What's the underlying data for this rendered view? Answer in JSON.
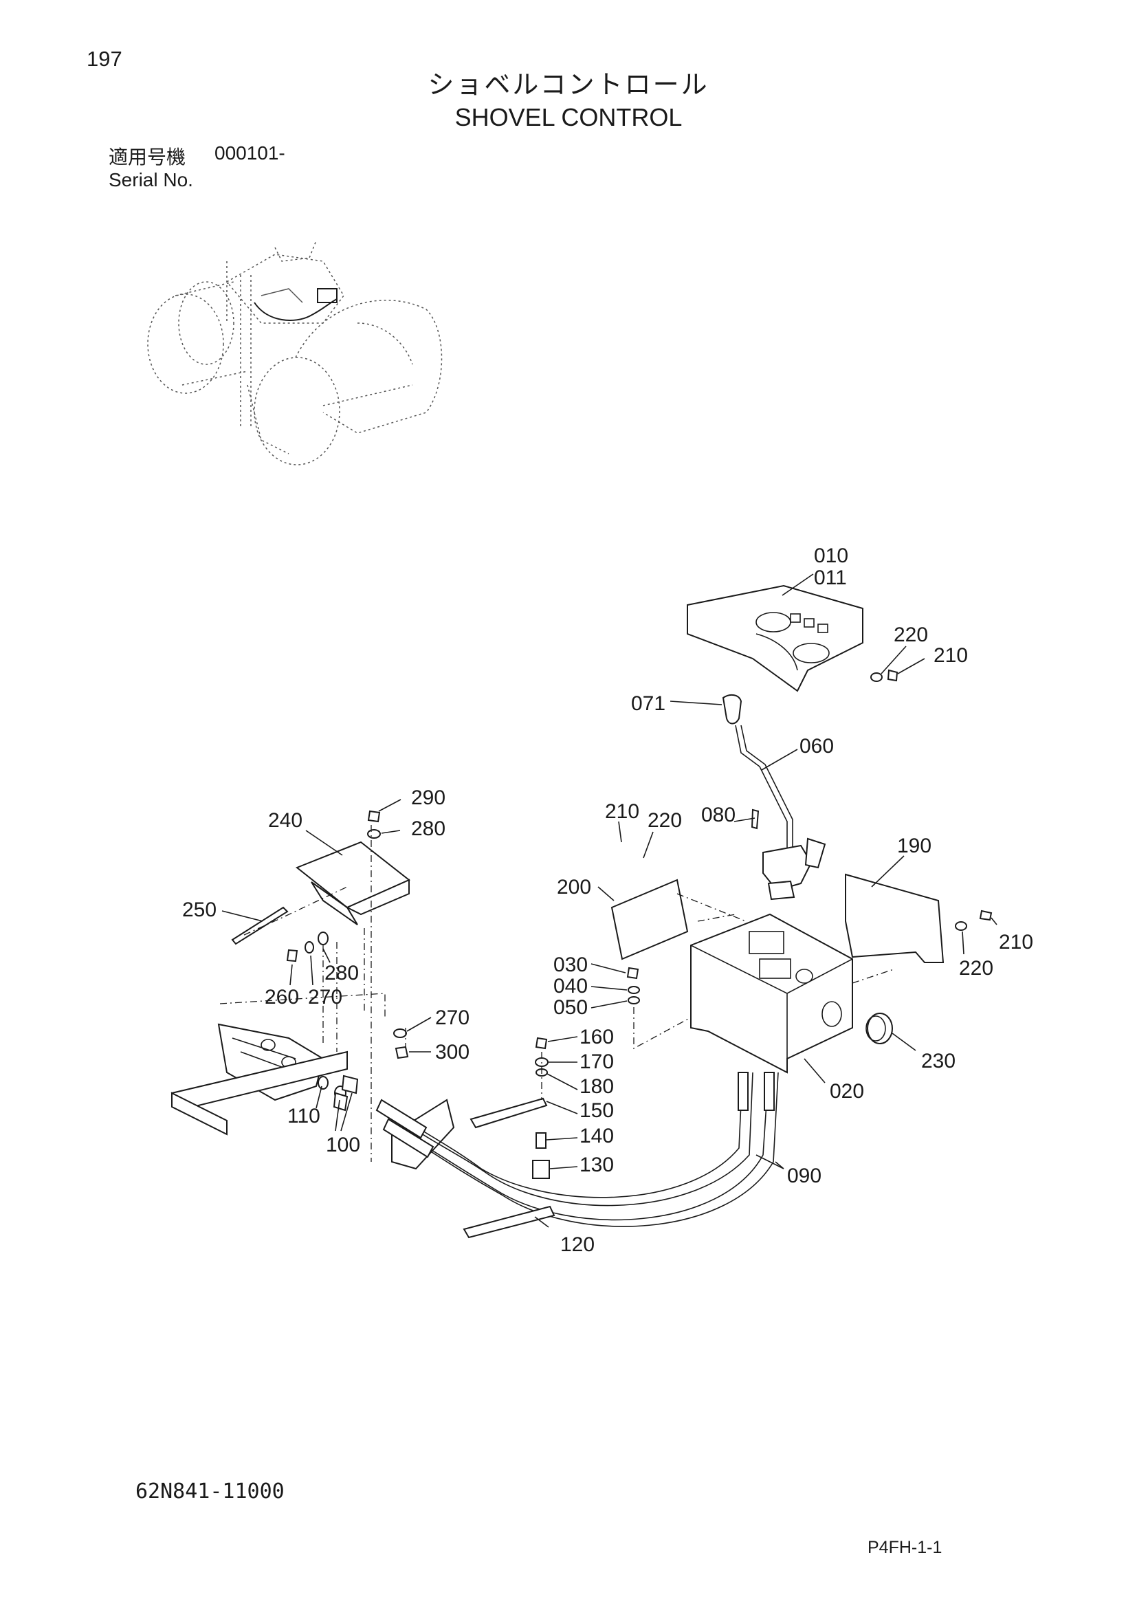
{
  "header": {
    "page_number": "197",
    "title_jp": "ショベルコントロール",
    "title_en": "SHOVEL CONTROL",
    "serial_label_jp": "適用号機",
    "serial_value": "000101-",
    "serial_label_en": "Serial No."
  },
  "callouts": [
    "010",
    "011",
    "220",
    "210",
    "071",
    "060",
    "210",
    "220",
    "080",
    "190",
    "290",
    "240",
    "280",
    "250",
    "200",
    "280",
    "260",
    "270",
    "030",
    "040",
    "050",
    "210",
    "220",
    "270",
    "300",
    "160",
    "170",
    "230",
    "180",
    "110",
    "150",
    "020",
    "100",
    "140",
    "130",
    "090",
    "120"
  ],
  "footer": {
    "doc_code": "62N841-11000",
    "page_ref": "P4FH-1-1"
  }
}
